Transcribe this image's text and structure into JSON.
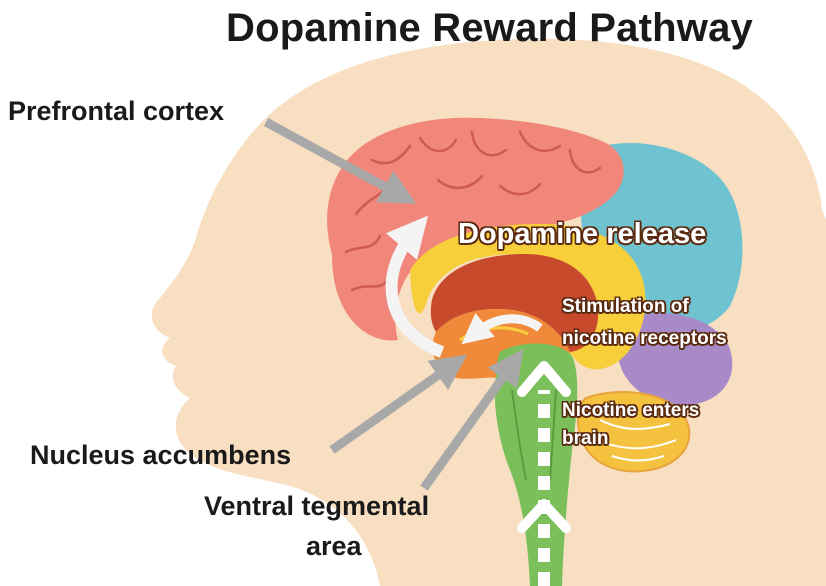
{
  "title": "Dopamine Reward Pathway",
  "labels": {
    "prefrontal_cortex": "Prefrontal cortex",
    "nucleus_accumbens": "Nucleus accumbens",
    "vta_line1": "Ventral tegmental",
    "vta_line2": "area",
    "dopamine_release": "Dopamine release",
    "stimulation_line1": "Stimulation of",
    "stimulation_line2": "nicotine receptors",
    "nicotine_line1": "Nicotine enters",
    "nicotine_line2": "brain"
  },
  "colors": {
    "skin": "#f8dfc1",
    "cortex": "#f0877a",
    "cortex_grooves": "#cf5b4f",
    "parietal_occipital": "#6fc3d0",
    "temporal": "#a98ac9",
    "cerebellum": "#f5c23f",
    "brainstem": "#7bbf5a",
    "limbic_orange": "#f08a3a",
    "corpus_yellow": "#f6cf3a",
    "deep_red": "#c84a2c",
    "arrow_gray": "#a8a8a8",
    "arrow_white": "#f4f4f4"
  }
}
